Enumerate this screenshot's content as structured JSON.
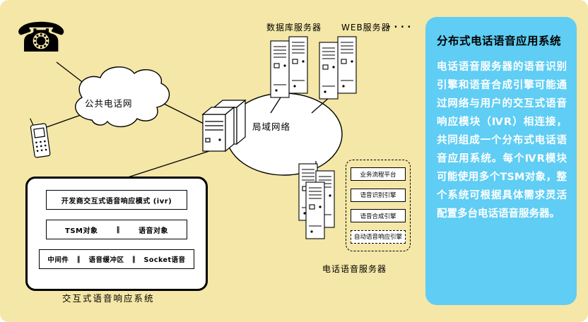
{
  "colors": {
    "canvas_bg": "#F4E7A7",
    "info_panel_bg": "#5FCDF4",
    "line_color": "#000000",
    "shape_fill": "#FFFFFF"
  },
  "icons": {
    "telephone": "☎"
  },
  "top_labels": {
    "database_server": "数据库服务器",
    "web_server": "WEB服务器",
    "dots": ". . . ."
  },
  "network": {
    "pstn": "公共电话网",
    "lan": "局域网络"
  },
  "ivr_box": {
    "row1": "开发商交互式语音响应模式 (ivr)",
    "row2_left": "TSM对象",
    "row2_right": "语音对象",
    "row3_left": "中间件",
    "row3_mid": "语音缓冲区",
    "row3_right": "Socket语音",
    "sep": "‖",
    "caption": "交互式语音响应系统"
  },
  "engine_panel": {
    "items": [
      "业务流程平台",
      "语音识别引擎",
      "语音合成引擎",
      "自动语音响应引擎"
    ]
  },
  "voice_server_label": "电话语音服务器",
  "info_panel": {
    "title": "分布式电话语音应用系统",
    "body": "电话语音服务器的语音识别引擎和语音合成引擎可能通过网络与用户的交互式语音响应模块（ⅣR）相连接，共同组成一个分布式电话语音应用系统。每个ⅣR模块可能使用多个TSM对象，整个系统可根据具体需求灵活配置多台电话语音服务器。"
  }
}
